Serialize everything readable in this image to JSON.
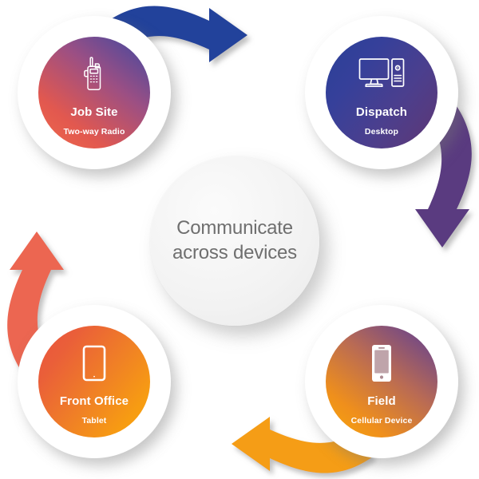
{
  "diagram": {
    "title": "Communicate across devices",
    "center": {
      "label": "Communicate\nacross devices",
      "text_color": "#6f6f6f"
    },
    "nodes": [
      {
        "id": "job-site",
        "title": "Job Site",
        "subtitle": "Two-way Radio",
        "icon": "two-way-radio-icon",
        "gradient_from": "#ef6a4b",
        "gradient_to": "#4b4896"
      },
      {
        "id": "dispatch",
        "title": "Dispatch",
        "subtitle": "Desktop",
        "icon": "desktop-computer-icon",
        "gradient_from": "#2a3f97",
        "gradient_to": "#5d3876"
      },
      {
        "id": "front-office",
        "title": "Front Office",
        "subtitle": "Tablet",
        "icon": "tablet-icon",
        "gradient_from": "#e9533f",
        "gradient_to": "#f9a40c"
      },
      {
        "id": "field",
        "title": "Field",
        "subtitle": "Cellular Device",
        "icon": "cellular-phone-icon",
        "gradient_from": "#f7a80c",
        "gradient_to": "#6c3f8b"
      }
    ],
    "arrows": [
      {
        "id": "top-arrow",
        "from": "job-site",
        "to": "dispatch",
        "direction": "right",
        "color": "#23439b"
      },
      {
        "id": "right-arrow",
        "from": "dispatch",
        "to": "field",
        "direction": "down",
        "color": "#5a3a80"
      },
      {
        "id": "bottom-arrow",
        "from": "field",
        "to": "front-office",
        "direction": "left",
        "color": "#f59d18"
      },
      {
        "id": "left-arrow",
        "from": "front-office",
        "to": "job-site",
        "direction": "up",
        "color": "#ec6651"
      }
    ]
  }
}
